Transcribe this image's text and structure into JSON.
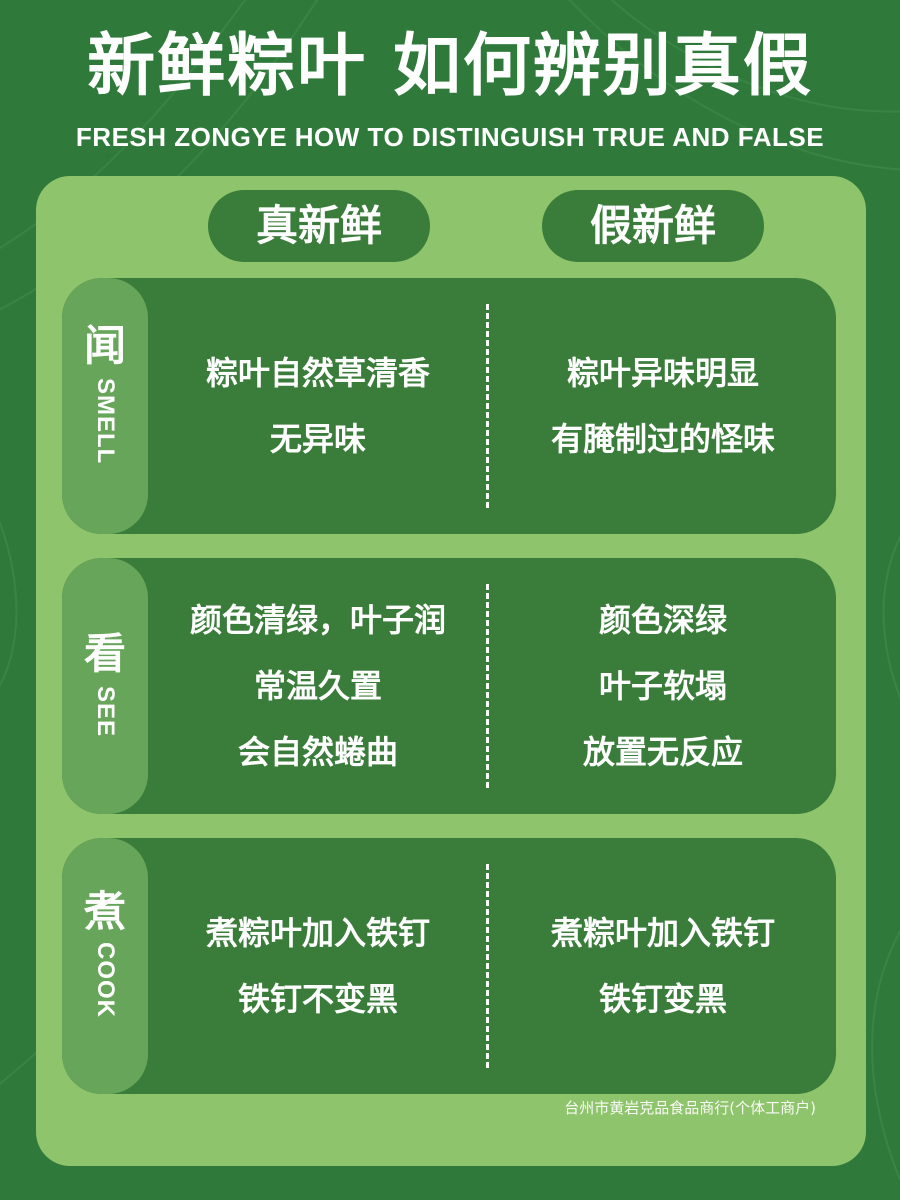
{
  "header": {
    "title": "新鲜粽叶  如何辨别真假",
    "subtitle": "FRESH ZONGYE HOW TO DISTINGUISH TRUE AND FALSE"
  },
  "columns": {
    "true_label": "真新鲜",
    "false_label": "假新鲜"
  },
  "rows": [
    {
      "cn": "闻",
      "en": "SMELL",
      "true_lines": [
        "粽叶自然草清香",
        "无异味"
      ],
      "false_lines": [
        "粽叶异味明显",
        "有腌制过的怪味"
      ]
    },
    {
      "cn": "看",
      "en": "SEE",
      "true_lines": [
        "颜色清绿，叶子润",
        "常温久置",
        "会自然蜷曲"
      ],
      "false_lines": [
        "颜色深绿",
        "叶子软塌",
        "放置无反应"
      ]
    },
    {
      "cn": "煮",
      "en": "COOK",
      "true_lines": [
        "煮粽叶加入铁钉",
        "铁钉不变黑"
      ],
      "false_lines": [
        "煮粽叶加入铁钉",
        "铁钉变黑"
      ]
    }
  ],
  "footer": "台州市黄岩克品食品商行(个体工商户)",
  "colors": {
    "background": "#2f7a3b",
    "panel": "#8ec46b",
    "card": "#3a7d3a",
    "label_tab": "#67a65a",
    "text": "#ffffff"
  }
}
